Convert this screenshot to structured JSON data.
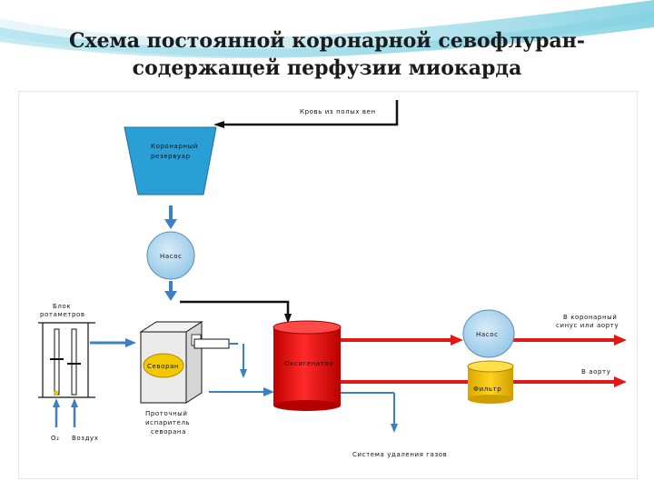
{
  "title": {
    "line1": "Схема постоянной коронарной севофлуран-",
    "line2": "содержащей перфузии миокарда"
  },
  "diagram": {
    "labels": {
      "blood_from_veins": "Кровь из полых вен",
      "reservoir_line1": "Коронарный",
      "reservoir_line2": "резервуар",
      "pump_top": "Насос",
      "rotameter_line1": "Блок",
      "rotameter_line2": "ротаметров",
      "sevoran": "Севоран",
      "oxygenator": "Оксигенатор",
      "pump_right": "Насос",
      "filter": "Фильтр",
      "to_sinus_line1": "В коронарный",
      "to_sinus_line2": "синус или аорту",
      "to_aorta": "В аорту",
      "vaporizer_line1": "Проточный",
      "vaporizer_line2": "испаритель",
      "vaporizer_line3": "севорана",
      "o2": "O₂",
      "air": "Воздух",
      "gas_removal": "Система удаления газов"
    },
    "colors": {
      "reservoir": "#2a9fd6",
      "pump": "#a9d3ec",
      "oxygenator": "#e82020",
      "filter": "#f2c800",
      "arrow_red": "#e01818",
      "arrow_blue": "#3b7fc4",
      "line": "#111111"
    }
  }
}
